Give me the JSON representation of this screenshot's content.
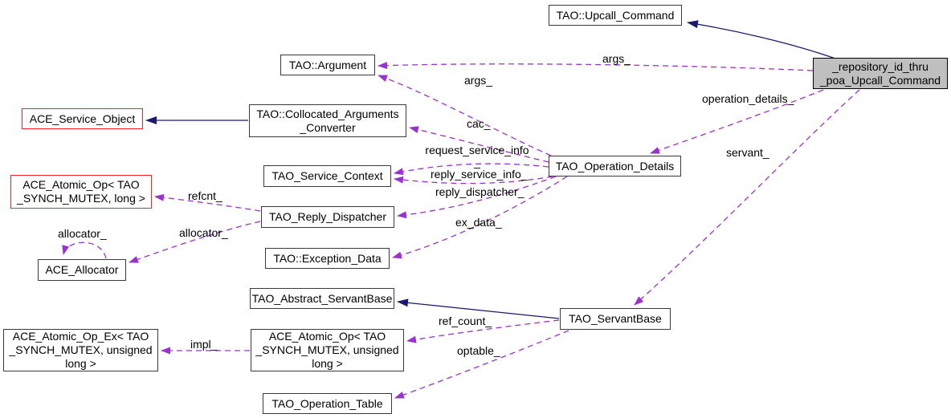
{
  "colors": {
    "bg": "#ffffff",
    "inherit_edge": "#191970",
    "usage_edge": "#9a32cd",
    "node_border": "#3a3a3a",
    "highlight_border": "#ff2020",
    "current_node_fill": "#bfbfbf",
    "node_fill": "#ffffff",
    "text_color": "#000000"
  },
  "nodes": {
    "upcall_command": {
      "lines": [
        "TAO::Upcall_Command"
      ]
    },
    "repository": {
      "lines": [
        "_repository_id_thru",
        "_poa_Upcall_Command"
      ]
    },
    "argument": {
      "lines": [
        "TAO::Argument"
      ]
    },
    "collocated_converter": {
      "lines": [
        "TAO::Collocated_Arguments",
        "_Converter"
      ]
    },
    "service_object": {
      "lines": [
        "ACE_Service_Object"
      ]
    },
    "atomic_op_long": {
      "lines": [
        "ACE_Atomic_Op< TAO",
        "_SYNCH_MUTEX, long >"
      ]
    },
    "service_context": {
      "lines": [
        "TAO_Service_Context"
      ]
    },
    "reply_dispatcher": {
      "lines": [
        "TAO_Reply_Dispatcher"
      ]
    },
    "allocator": {
      "lines": [
        "ACE_Allocator"
      ]
    },
    "exception_data": {
      "lines": [
        "TAO::Exception_Data"
      ]
    },
    "operation_details": {
      "lines": [
        "TAO_Operation_Details"
      ]
    },
    "abstract_servantbase": {
      "lines": [
        "TAO_Abstract_ServantBase"
      ]
    },
    "servantbase": {
      "lines": [
        "TAO_ServantBase"
      ]
    },
    "atomic_op_ex": {
      "lines": [
        "ACE_Atomic_Op_Ex< TAO",
        "_SYNCH_MUTEX, unsigned",
        "long >"
      ]
    },
    "atomic_op_ulong": {
      "lines": [
        "ACE_Atomic_Op< TAO",
        "_SYNCH_MUTEX, unsigned",
        "long >"
      ]
    },
    "operation_table": {
      "lines": [
        "TAO_Operation_Table"
      ]
    }
  },
  "edge_labels": {
    "args_repo": "args_",
    "args_details": "args_",
    "operation_details": "operation_details_",
    "servant": "servant_",
    "cac": "cac_",
    "request_service_info_line1": "request_service_info",
    "request_service_info_line2": "_",
    "reply_service_info": "reply_service_info_",
    "reply_dispatcher": "reply_dispatcher_",
    "ex_data": "ex_data_",
    "refcnt": "refcnt_",
    "allocator_self": "allocator_",
    "allocator": "allocator_",
    "ref_count": "ref_count_",
    "optable": "optable_",
    "impl": "impl_"
  }
}
